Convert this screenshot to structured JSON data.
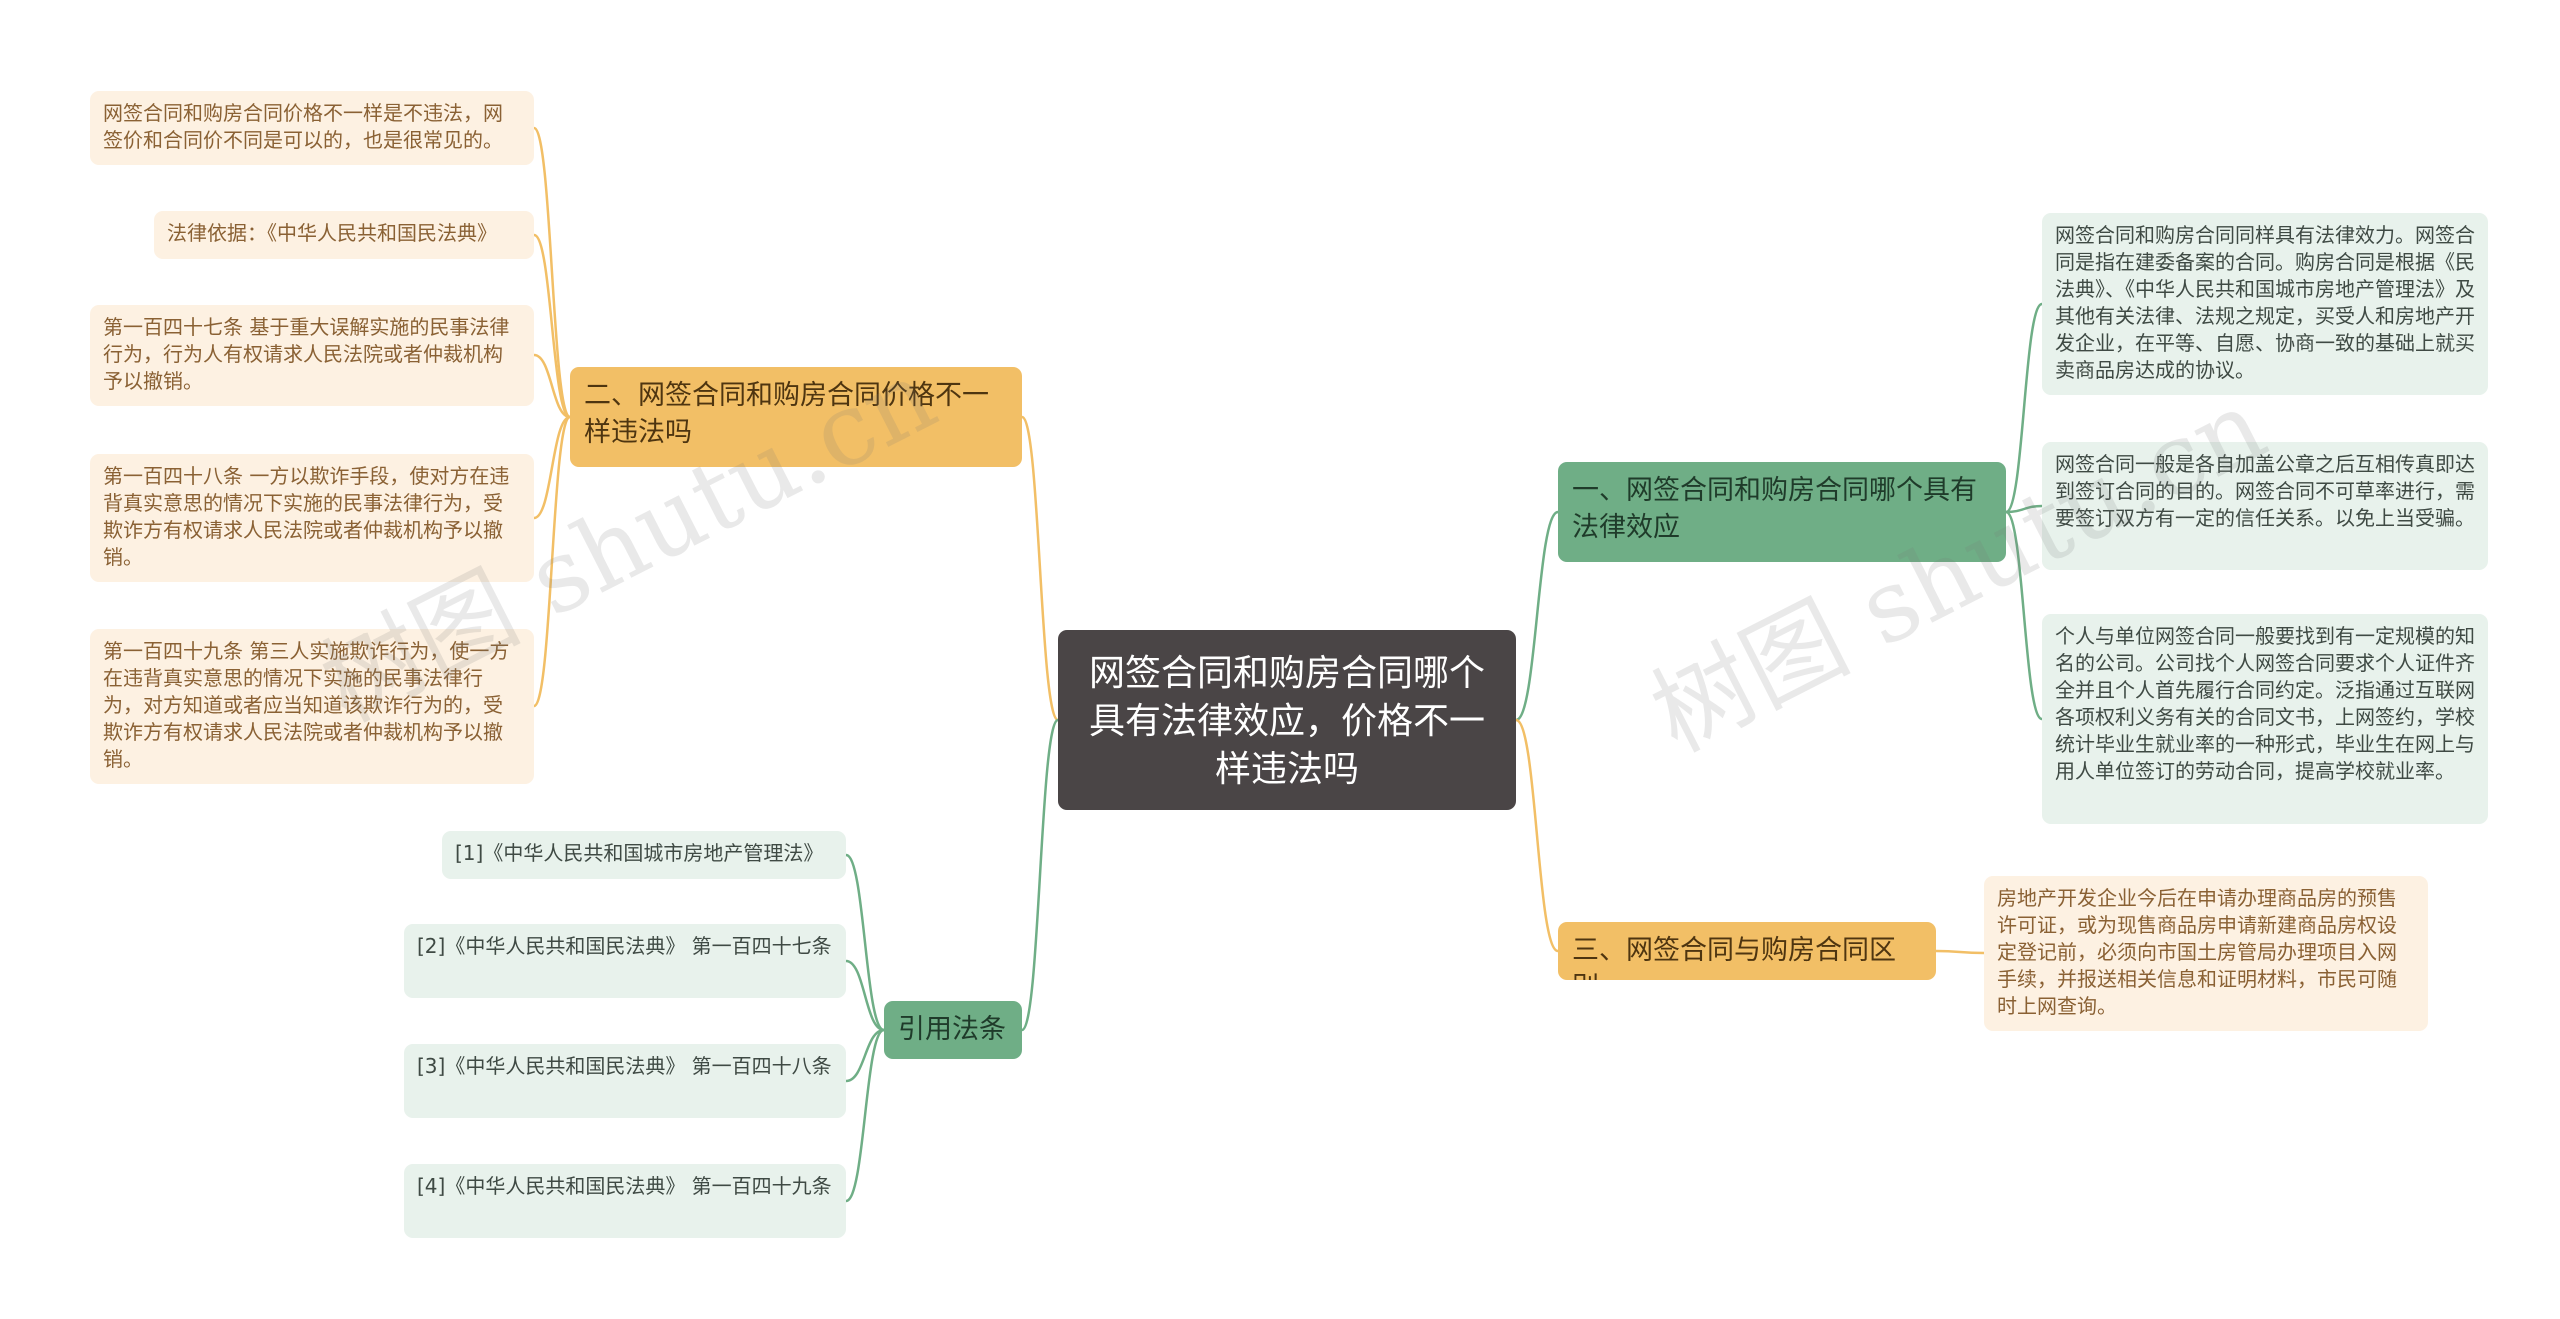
{
  "root": {
    "text": "网签合同和购房合同哪个具有法律效应，价格不一样违法吗"
  },
  "branches": {
    "b1": "一、网签合同和购房合同哪个具有法律效应",
    "b2": "二、网签合同和购房合同价格不一样违法吗",
    "b3": "三、网签合同与购房合同区别",
    "b4": "引用法条"
  },
  "leaves": {
    "b1": [
      "网签合同和购房合同同样具有法律效力。网签合同是指在建委备案的合同。购房合同是根据《民法典》、《中华人民共和国城市房地产管理法》及其他有关法律、法规之规定，买受人和房地产开发企业，在平等、自愿、协商一致的基础上就买卖商品房达成的协议。",
      "网签合同一般是各自加盖公章之后互相传真即达到签订合同的目的。网签合同不可草率进行，需要签订双方有一定的信任关系。以免上当受骗。",
      "个人与单位网签合同一般要找到有一定规模的知名的公司。公司找个人网签合同要求个人证件齐全并且个人首先履行合同约定。泛指通过互联网各项权利义务有关的合同文书，上网签约，学校统计毕业生就业率的一种形式，毕业生在网上与用人单位签订的劳动合同，提高学校就业率。"
    ],
    "b2": [
      "网签合同和购房合同价格不一样是不违法，网签价和合同价不同是可以的，也是很常见的。",
      "法律依据：《中华人民共和国民法典》",
      "第一百四十七条 基于重大误解实施的民事法律行为，行为人有权请求人民法院或者仲裁机构予以撤销。",
      "第一百四十八条 一方以欺诈手段，使对方在违背真实意思的情况下实施的民事法律行为，受欺诈方有权请求人民法院或者仲裁机构予以撤销。",
      "第一百四十九条 第三人实施欺诈行为，使一方在违背真实意思的情况下实施的民事法律行为，对方知道或者应当知道该欺诈行为的，受欺诈方有权请求人民法院或者仲裁机构予以撤销。"
    ],
    "b3": [
      "房地产开发企业今后在申请办理商品房的预售许可证，或为现售商品房申请新建商品房权设定登记前，必须向市国土房管局办理项目入网手续，并报送相关信息和证明材料，市民可随时上网查询。"
    ],
    "b4": [
      "[1]《中华人民共和国城市房地产管理法》",
      "[2]《中华人民共和国民法典》 第一百四十七条",
      "[3]《中华人民共和国民法典》 第一百四十八条",
      "[4]《中华人民共和国民法典》 第一百四十九条"
    ]
  },
  "watermark": [
    "树图 shutu.cn",
    "树图 shutu.cn"
  ],
  "colors": {
    "green_line": "#6fae86",
    "orange_line": "#f2bf66",
    "root_bg": "#4a4546"
  }
}
